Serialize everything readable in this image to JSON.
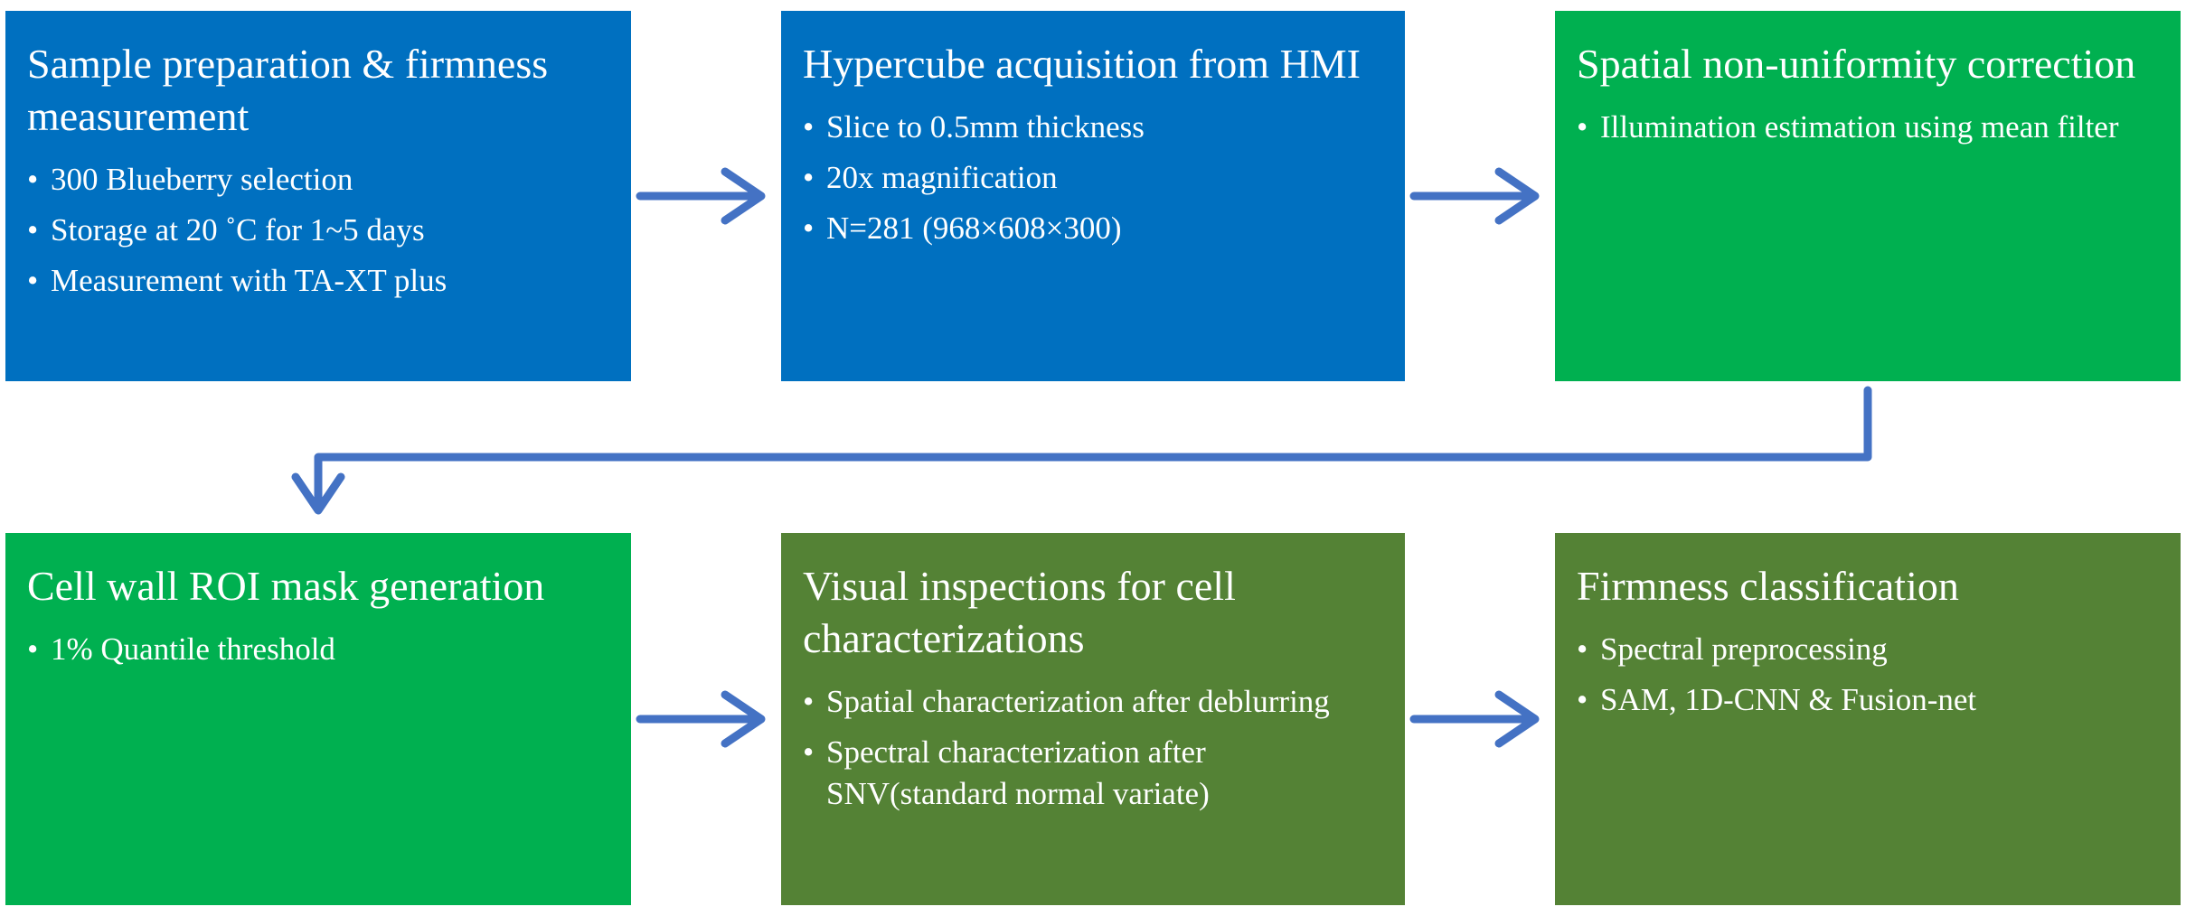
{
  "colors": {
    "blue": "#0070C0",
    "green": "#00B050",
    "olive": "#548235",
    "arrow": "#4472C4"
  },
  "steps": [
    {
      "title": "Sample preparation & firmness measurement",
      "color": "blue",
      "bullets": [
        "300 Blueberry selection",
        "Storage at 20 ˚C  for 1~5 days",
        "Measurement with TA-XT plus"
      ]
    },
    {
      "title": "Hypercube acquisition from HMI",
      "color": "blue",
      "bullets": [
        "Slice to 0.5mm thickness",
        "20x magnification",
        "N=281 (968×608×300)"
      ]
    },
    {
      "title": "Spatial non-uniformity correction",
      "color": "green",
      "bullets": [
        "Illumination estimation using mean filter"
      ]
    },
    {
      "title": "Cell wall ROI mask generation",
      "color": "green",
      "bullets": [
        "1% Quantile threshold"
      ]
    },
    {
      "title": "Visual inspections for cell characterizations",
      "color": "olive",
      "bullets": [
        "Spatial characterization after deblurring",
        "Spectral characterization after SNV(standard normal variate)"
      ]
    },
    {
      "title": "Firmness classification",
      "color": "olive",
      "bullets": [
        "Spectral preprocessing",
        "SAM, 1D-CNN & Fusion-net"
      ]
    }
  ]
}
